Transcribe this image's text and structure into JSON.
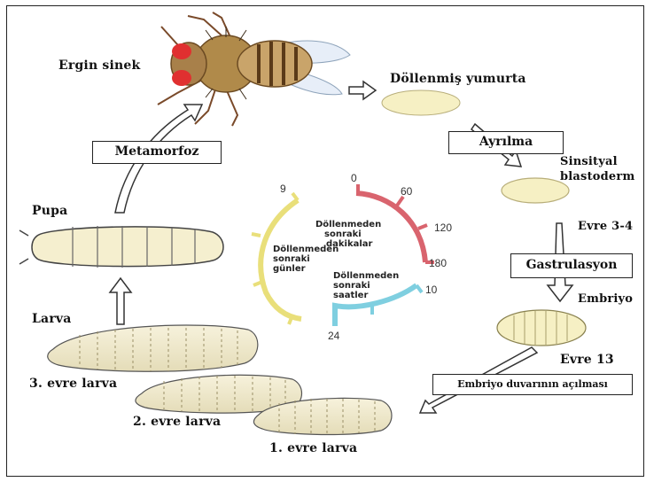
{
  "stages": {
    "adult_fly": "Ergin sinek",
    "fertilized_egg": "Döllenmiş yumurta",
    "syncytial_blastoderm_line1": "Sinsityal",
    "syncytial_blastoderm_line2": "blastoderm",
    "stage_3_4": "Evre 3-4",
    "embryo": "Embriyo",
    "stage_13": "Evre 13",
    "larva_1": "1. evre larva",
    "larva_2": "2. evre larva",
    "larva_3": "3. evre larva",
    "larva": "Larva",
    "pupa": "Pupa"
  },
  "processes": {
    "cleavage": "Ayrılma",
    "gastrulation": "Gastrulasyon",
    "hatching": "Embriyo duvarının açılması",
    "metamorphosis": "Metamorfoz"
  },
  "timeline": {
    "minutes_label_1": "Döllenmeden",
    "minutes_label_2": "sonraki",
    "minutes_label_3": "dakikalar",
    "hours_label_1": "Döllenmeden",
    "hours_label_2": "sonraki",
    "hours_label_3": "saatler",
    "days_label_1": "Döllenmeden",
    "days_label_2": "sonraki",
    "days_label_3": "günler",
    "minutes_ticks": [
      "0",
      "60",
      "120",
      "180"
    ],
    "hours_ticks": [
      "10",
      "24"
    ],
    "days_ticks": [
      "9"
    ]
  },
  "colors": {
    "minutes_arc": "#d9646e",
    "hours_arc": "#7fcfe0",
    "days_arc": "#e9df7a",
    "egg_fill": "#f6f0c4",
    "larva_fill": "#f0ead0"
  }
}
